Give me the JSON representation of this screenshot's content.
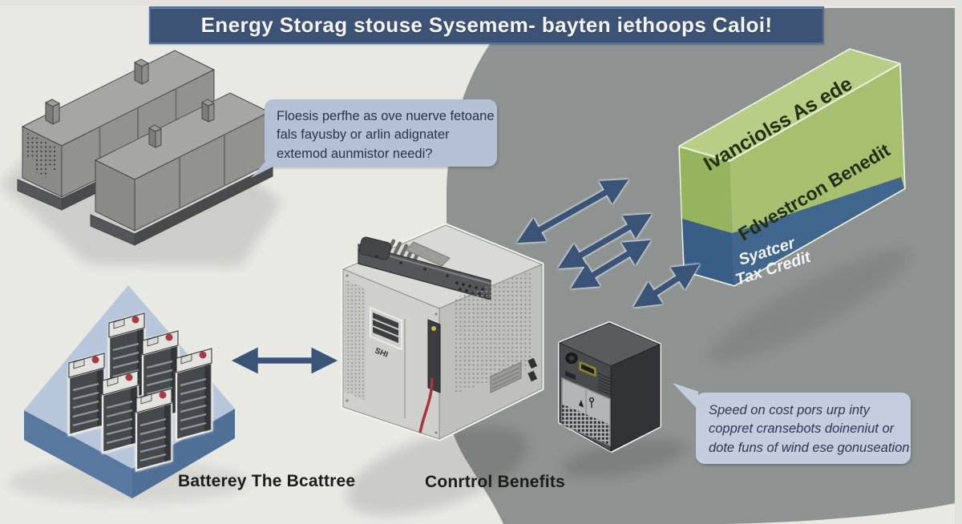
{
  "title": "Energy Storag stouse Sysemem- bayten iethoops Caloi!",
  "bubble_left": {
    "lines": [
      "Floesis perfhe as ove nuerve fetoane",
      "fals fayusby or arlin adignater",
      "extemod aunmistor needi?"
    ]
  },
  "bubble_right": {
    "lines": [
      "Speed on cost pors urp inty",
      "coppret cransebots doineniut or",
      "dote funs of wind ese gonuseation"
    ]
  },
  "captions": {
    "battery": "Batterey The Bcattree",
    "control": "Conrtrol Benefits"
  },
  "benefit_box": {
    "top_label": "Ivanciolss As ede",
    "front_label": "Fdvestrcon Benedit",
    "blue_line1": "Syatcer",
    "blue_line2": "Tax Credit"
  },
  "inverter": {
    "label": "SHI"
  },
  "colors": {
    "background": "#e9e9e4",
    "blob_gray": "#8e9291",
    "title_navy": "#3d5375",
    "arrow_navy": "#3a5478",
    "bubble_blue": "#b5c0d5",
    "benefit_green": "#a6c070",
    "benefit_blue": "#40668e",
    "platform_blue": "#b7c6da"
  }
}
